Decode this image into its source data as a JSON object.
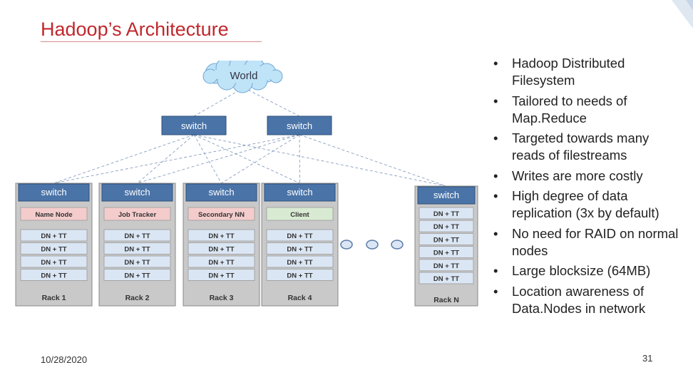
{
  "slide": {
    "title": "Hadoop’s Architecture",
    "date": "10/28/2020",
    "page_number": "31"
  },
  "diagram": {
    "cloud_label": "World",
    "core_switches": [
      "switch",
      "switch"
    ],
    "racks": [
      {
        "switch": "switch",
        "role": "Name Node",
        "role_color": "#f4cccc",
        "nodes": [
          "DN + TT",
          "DN + TT",
          "DN + TT",
          "DN + TT"
        ],
        "label": "Rack 1"
      },
      {
        "switch": "switch",
        "role": "Job Tracker",
        "role_color": "#f4cccc",
        "nodes": [
          "DN + TT",
          "DN + TT",
          "DN + TT",
          "DN + TT"
        ],
        "label": "Rack 2"
      },
      {
        "switch": "switch",
        "role": "Secondary NN",
        "role_color": "#f4cccc",
        "nodes": [
          "DN + TT",
          "DN + TT",
          "DN + TT",
          "DN + TT"
        ],
        "label": "Rack 3"
      },
      {
        "switch": "switch",
        "role": "Client",
        "role_color": "#d9ead3",
        "nodes": [
          "DN + TT",
          "DN + TT",
          "DN + TT",
          "DN + TT"
        ],
        "label": "Rack 4"
      }
    ],
    "last_rack": {
      "switch": "switch",
      "nodes": [
        "DN + TT",
        "DN + TT",
        "DN + TT",
        "DN + TT",
        "DN + TT",
        "DN + TT"
      ],
      "label": "Rack N"
    }
  },
  "bullets": [
    "Hadoop Distributed Filesystem",
    "Tailored to needs of Map.Reduce",
    "Targeted towards many reads of filestreams",
    "Writes are more costly",
    "High degree of data replication (3x by default)",
    "No need for RAID on normal nodes",
    "Large blocksize (64MB)",
    "Location awareness of Data.Nodes in network"
  ],
  "colors": {
    "title": "#c0282d",
    "switch_fill": "#4a74a8",
    "node_fill": "#dbe6f4",
    "rack_fill": "#c9c9c9",
    "cloud_fill": "#bfe3f7"
  }
}
